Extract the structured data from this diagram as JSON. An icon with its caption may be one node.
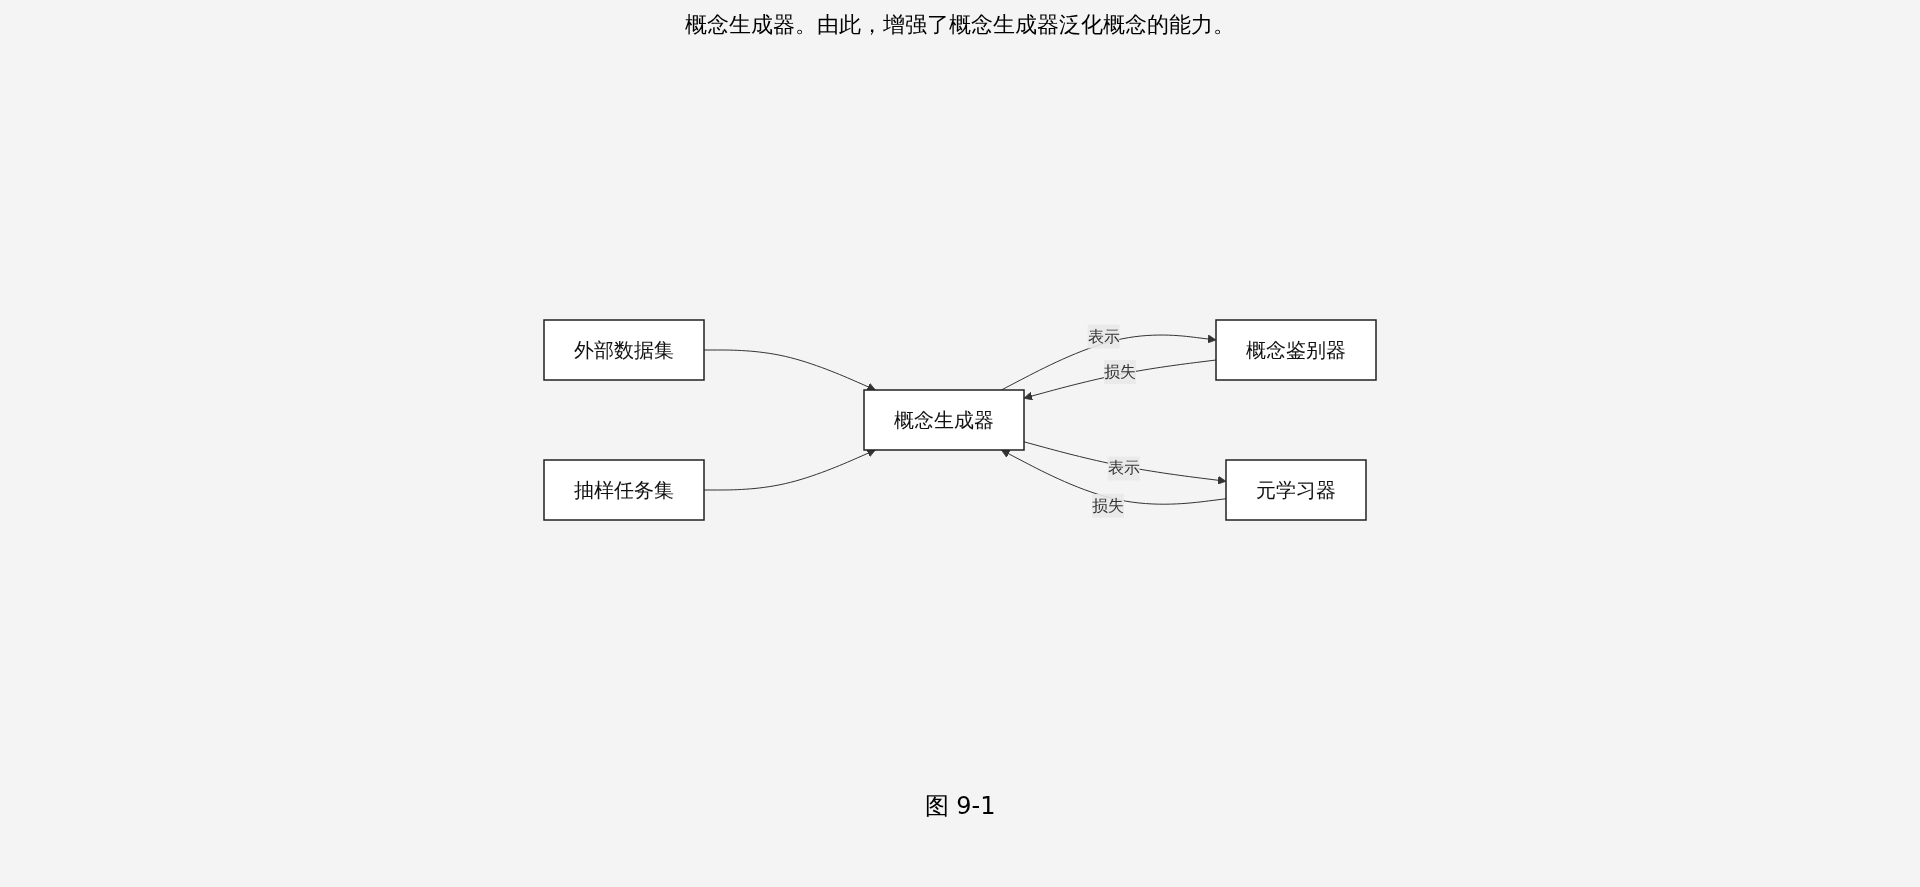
{
  "diagram": {
    "caption": "图 9-1",
    "nodes": [
      {
        "text": [
          "外部数据集"
        ]
      },
      {
        "text": [
          "概念鉴别器"
        ]
      },
      {
        "text": [
          "概念生成器"
        ]
      },
      {
        "text": [
          "元学习器"
        ]
      },
      {
        "text": [
          "抽样任务集"
        ]
      }
    ],
    "edges": [
      {
        "from": 0,
        "to": 2,
        "arrow": "to"
      },
      {
        "from": 4,
        "to": 2,
        "arrow": "to"
      },
      {
        "from": 2,
        "to": 1,
        "arrow": "to",
        "label": "表示"
      },
      {
        "from": 1,
        "to": 2,
        "arrow": "to",
        "label": "损失"
      },
      {
        "from": 2,
        "to": 3,
        "arrow": "to",
        "label": "表示"
      },
      {
        "from": 3,
        "to": 2,
        "arrow": "to",
        "label": "损失"
      }
    ],
    "labels": [
      "概念生成器。由此，增强了概念生成器泛化概念的能力。"
    ]
  }
}
